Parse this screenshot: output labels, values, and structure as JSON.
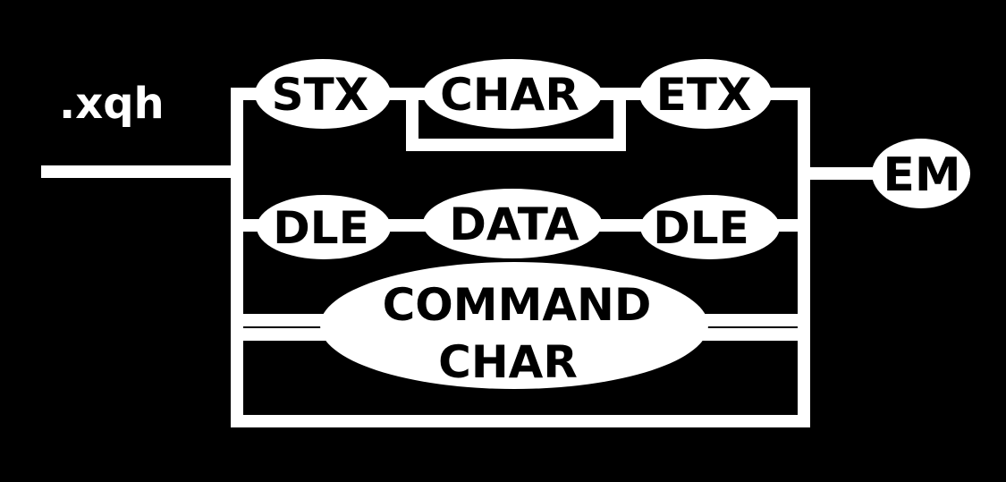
{
  "title": ".xqh",
  "colors": {
    "background": "#000000",
    "foreground": "#ffffff",
    "node_text": "#000000"
  },
  "nodes": {
    "stx": "STX",
    "char": "CHAR",
    "etx": "ETX",
    "dle_start": "DLE",
    "data": "DATA",
    "dle_end": "DLE",
    "command_char_line1": "COMMAND",
    "command_char_line2": "CHAR",
    "em": "EM"
  }
}
